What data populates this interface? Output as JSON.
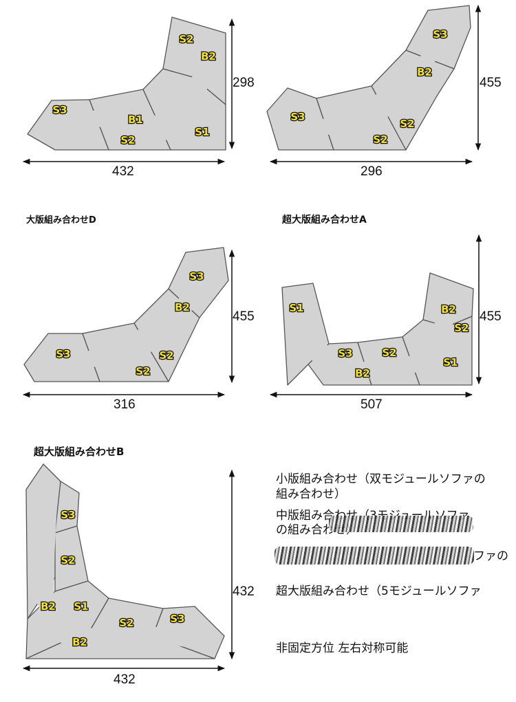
{
  "colors": {
    "module_fill": "#d3d3d3",
    "outline": "#555555",
    "label_fill": "#f2e033",
    "label_outline": "#111111",
    "text": "#111111"
  },
  "captions": {
    "large_d": "大版組み合わせD",
    "xl_a": "超大版組み合わせA",
    "xl_b": "超大版組み合わせB"
  },
  "layouts": [
    {
      "name": "layout-1",
      "width": "432",
      "depth": "298",
      "modules": [
        "S2",
        "B2",
        "S3",
        "B1",
        "S2",
        "S1"
      ]
    },
    {
      "name": "layout-2",
      "width": "296",
      "depth": "455",
      "modules": [
        "S3",
        "B2",
        "S3",
        "S2",
        "S2"
      ]
    },
    {
      "name": "layout-3",
      "width": "316",
      "depth": "455",
      "modules": [
        "S3",
        "B2",
        "S3",
        "S2",
        "S2"
      ]
    },
    {
      "name": "layout-4",
      "width": "507",
      "depth": "455",
      "modules": [
        "S1",
        "B2",
        "S2",
        "S3",
        "S2",
        "B2",
        "S1"
      ]
    },
    {
      "name": "layout-5",
      "width": "432",
      "depth": "432",
      "modules": [
        "S3",
        "S2",
        "B2",
        "S1",
        "S2",
        "S3",
        "B2"
      ]
    }
  ],
  "notes": {
    "small": "小版組み合わせ（双モジュールソファの",
    "small_cont": "組み合わせ）",
    "medium": "中版組み合わせ（3モジュールソファ",
    "medium_cont": "の組み合わせ）",
    "large_end": "ファの",
    "xl": "超大版組み合わせ（5モジュールソファ",
    "orientation": "非固定方位 左右対称可能"
  }
}
